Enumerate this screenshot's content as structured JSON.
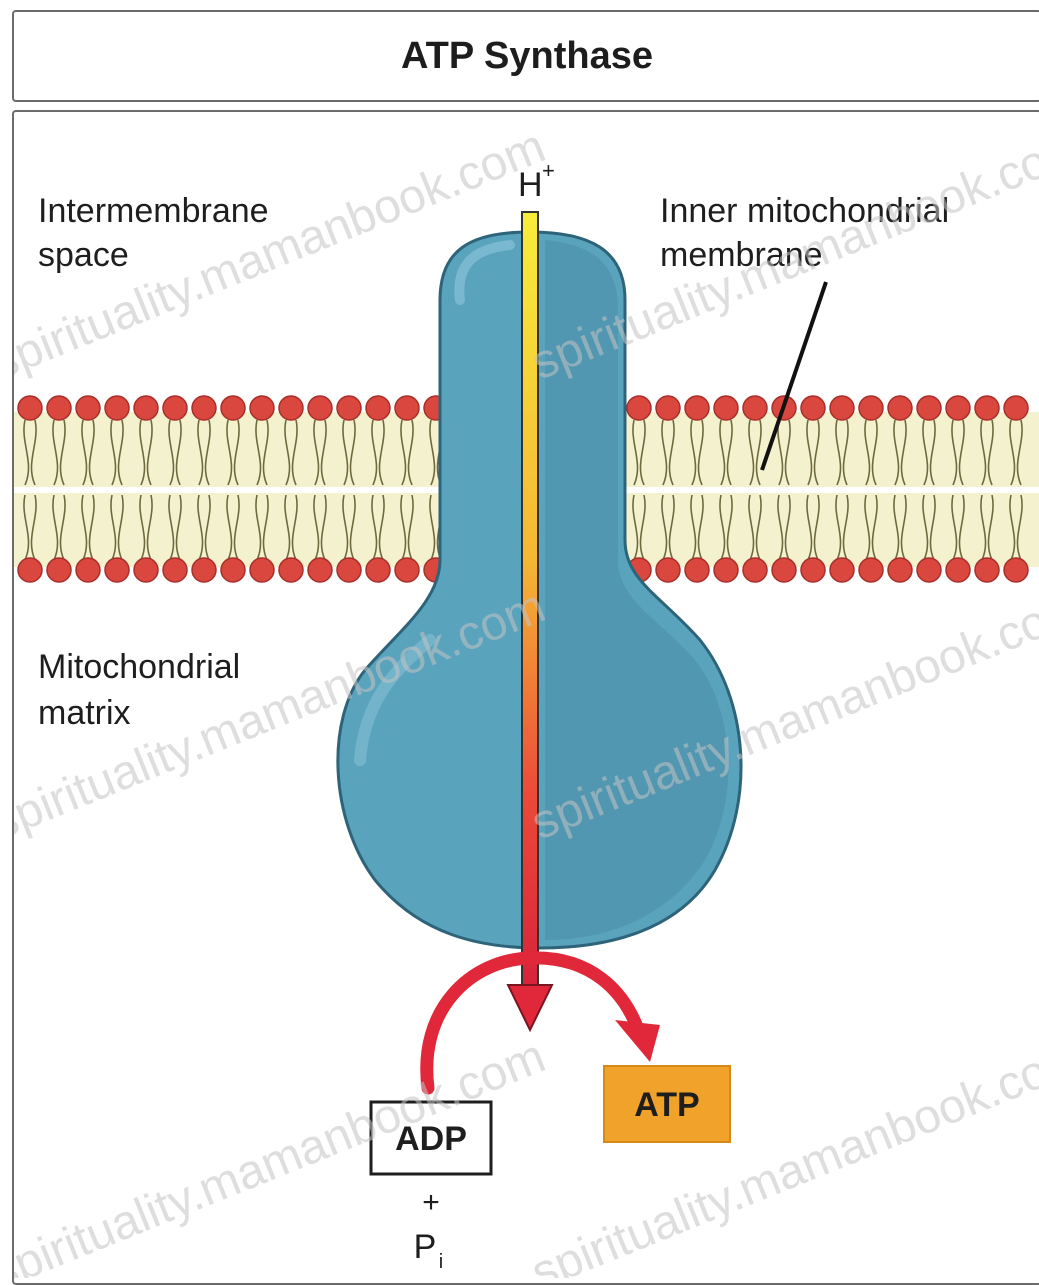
{
  "title": "ATP Synthase",
  "labels": {
    "proton": "H",
    "proton_charge": "+",
    "intermembrane_line1": "Intermembrane",
    "intermembrane_line2": "space",
    "inner_membrane_line1": "Inner mitochondrial",
    "inner_membrane_line2": "membrane",
    "matrix_line1": "Mitochondrial",
    "matrix_line2": "matrix",
    "adp": "ADP",
    "plus": "+",
    "phosphate": "P",
    "phosphate_sub": "i",
    "atp": "ATP"
  },
  "watermark": "spirituality.mamanbook.com",
  "colors": {
    "protein": "#5aa3bd",
    "protein_edge": "#2e6479",
    "lipid_head": "#d9473f",
    "lipid_tail_band": "#f4f1cf",
    "proton_channel": "#f5e03a",
    "arrow_red": "#e0283a",
    "atp_box": "#f0a22a"
  }
}
